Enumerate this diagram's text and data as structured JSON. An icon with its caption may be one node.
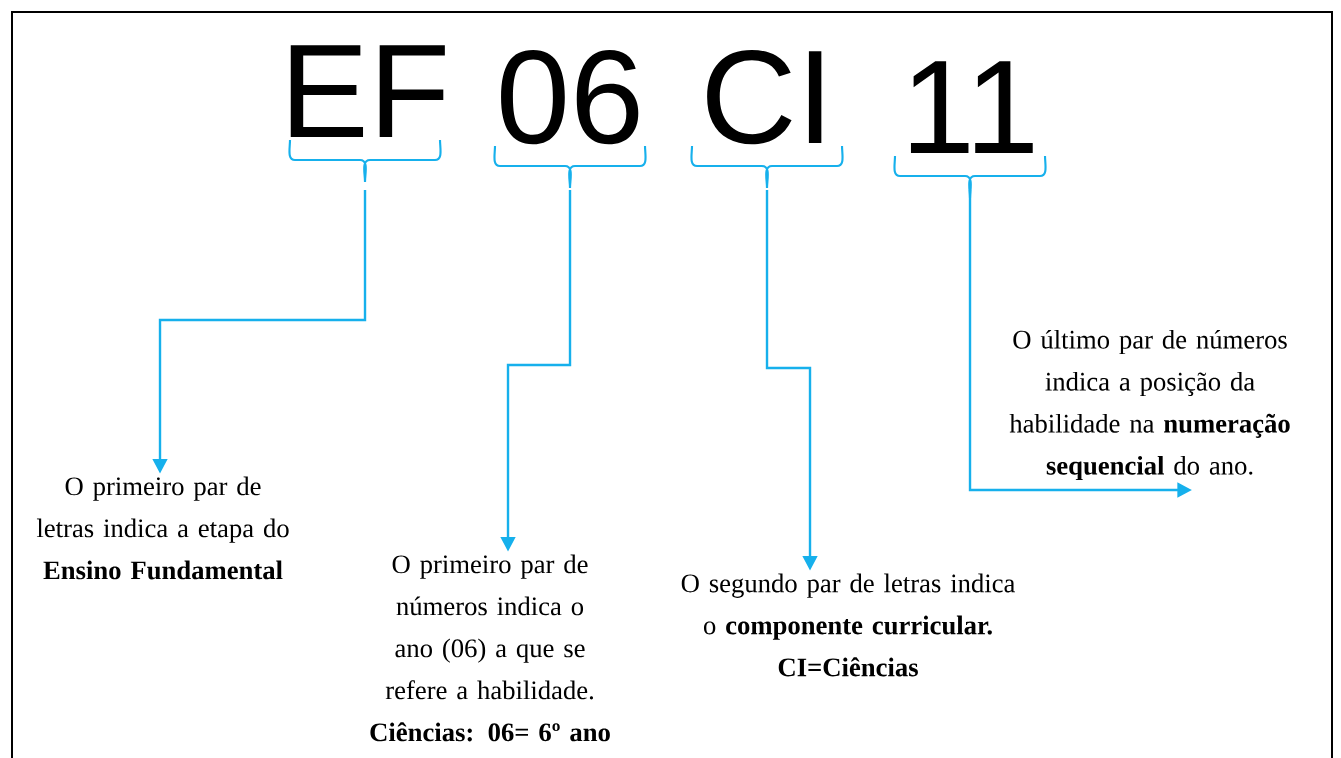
{
  "diagram": {
    "nodes": [
      {
        "text": [
          "EF"
        ]
      },
      {
        "text": [
          "06"
        ]
      },
      {
        "text": [
          "CI"
        ]
      },
      {
        "text": [
          "11"
        ]
      },
      {
        "text": [
          "O primeiro par de letras indica a etapa do **Ensino Fundamental**"
        ]
      },
      {
        "text": [
          "O primeiro par de números indica o ano (06) a que se refere a habilidade.",
          "Ciências: 06= 6º ano"
        ]
      },
      {
        "text": [
          "O segundo par de letras indica o **componente curricular.**",
          "CI=Ciências"
        ]
      },
      {
        "text": [
          "O último par de números indica a posição da habilidade na **numeração sequencial** do ano."
        ]
      }
    ],
    "edges": [
      {
        "from": 0,
        "to": 4,
        "arrow": "to"
      },
      {
        "from": 1,
        "to": 5,
        "arrow": "to"
      },
      {
        "from": 2,
        "to": 6,
        "arrow": "to"
      },
      {
        "from": 3,
        "to": 7,
        "arrow": "to"
      }
    ]
  }
}
